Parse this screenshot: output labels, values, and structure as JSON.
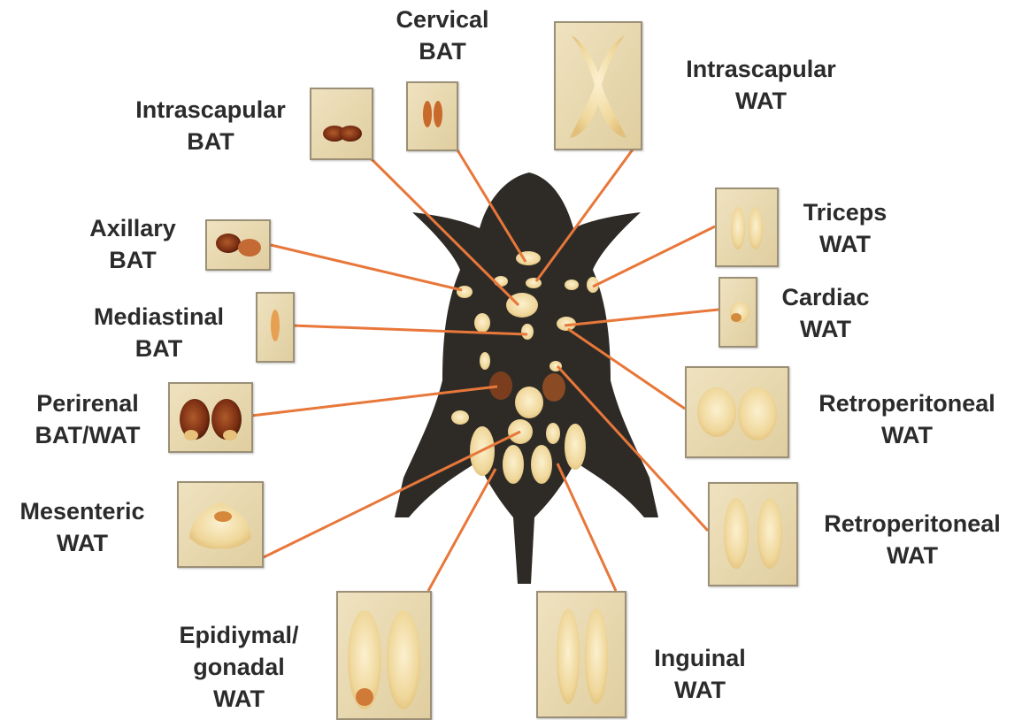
{
  "labels": {
    "cervical_bat": [
      "Cervical",
      "BAT"
    ],
    "intrascapular_wat": [
      "Intrascapular",
      "WAT"
    ],
    "intrascapular_bat": [
      "Intrascapular",
      "BAT"
    ],
    "axillary_bat": [
      "Axillary",
      "BAT"
    ],
    "triceps_wat": [
      "Triceps",
      "WAT"
    ],
    "mediastinal_bat": [
      "Mediastinal",
      "BAT"
    ],
    "cardiac_wat": [
      "Cardiac",
      "WAT"
    ],
    "perirenal": [
      "Perirenal",
      "BAT/WAT"
    ],
    "retroperitoneal_wat_upper": [
      "Retroperitoneal",
      "WAT"
    ],
    "mesenteric_wat": [
      "Mesenteric",
      "WAT"
    ],
    "retroperitoneal_wat_lower": [
      "Retroperitoneal",
      "WAT"
    ],
    "epididymal": [
      "Epidiymal/",
      "gonadal",
      "WAT"
    ],
    "inguinal_wat": [
      "Inguinal",
      "WAT"
    ]
  },
  "colors": {
    "leader_line": "#e8773a",
    "mouse_silhouette": "#2e2b27",
    "photo_background": "#ead9b0",
    "white_fat": "#f1dca6",
    "brown_fat": "#8a3a1c",
    "label_text": "#2b2b2b"
  }
}
